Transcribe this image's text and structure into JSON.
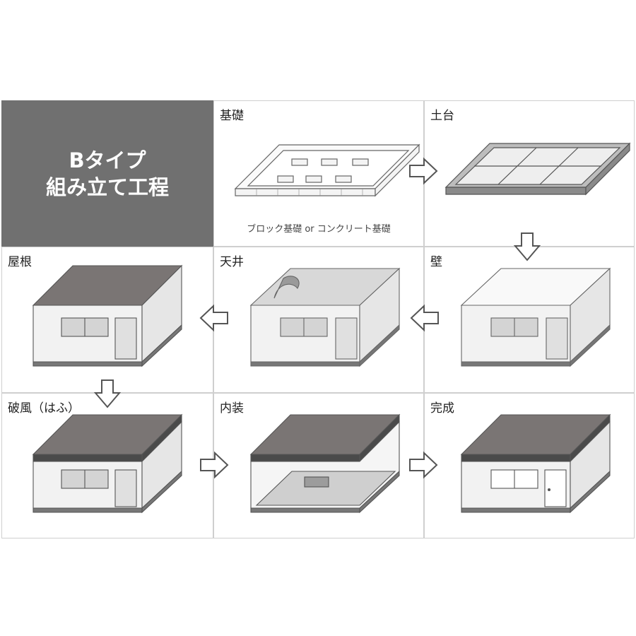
{
  "title": {
    "line1": "Bタイプ",
    "line2": "組み立て工程"
  },
  "steps": [
    {
      "label": "基礎",
      "caption": "ブロック基礎 or コンクリート基礎"
    },
    {
      "label": "土台"
    },
    {
      "label": "壁"
    },
    {
      "label": "天井"
    },
    {
      "label": "屋根"
    },
    {
      "label": "破風（はふ）"
    },
    {
      "label": "内装"
    },
    {
      "label": "完成"
    }
  ],
  "colors": {
    "title_bg": "#707070",
    "roof": "#7a7574",
    "line": "#555555",
    "wall": "#f2f2f2"
  },
  "arrow_icon": "outline-arrow-icon"
}
